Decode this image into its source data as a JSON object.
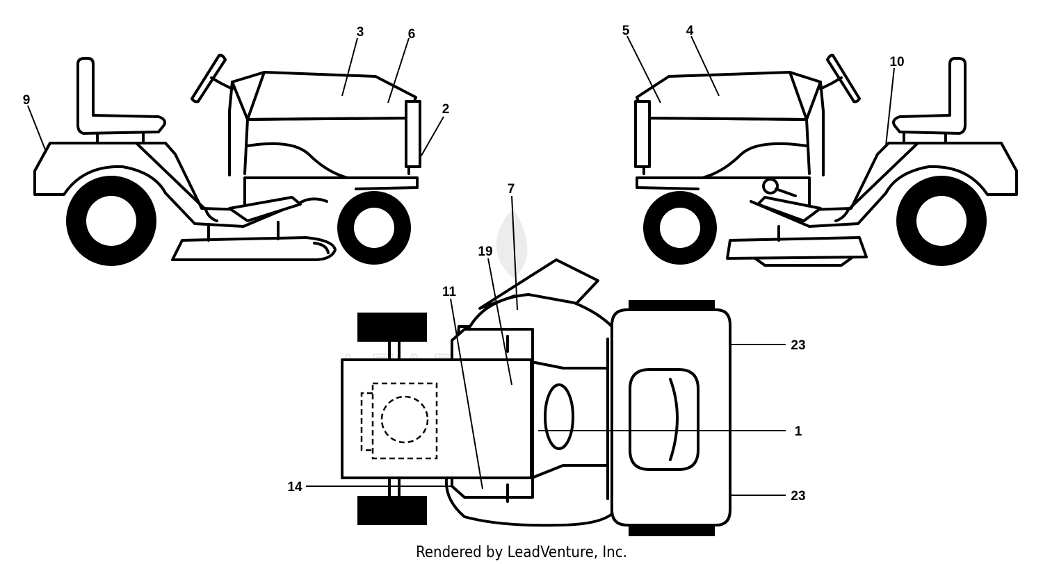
{
  "callouts": {
    "c1": "1",
    "c2": "2",
    "c3": "3",
    "c4": "4",
    "c5": "5",
    "c6": "6",
    "c7": "7",
    "c9": "9",
    "c10": "10",
    "c11": "11",
    "c14": "14",
    "c19": "19",
    "c23a": "23",
    "c23b": "23"
  },
  "watermark": "LEADVENTURE",
  "footer": "Rendered by LeadVenture, Inc."
}
